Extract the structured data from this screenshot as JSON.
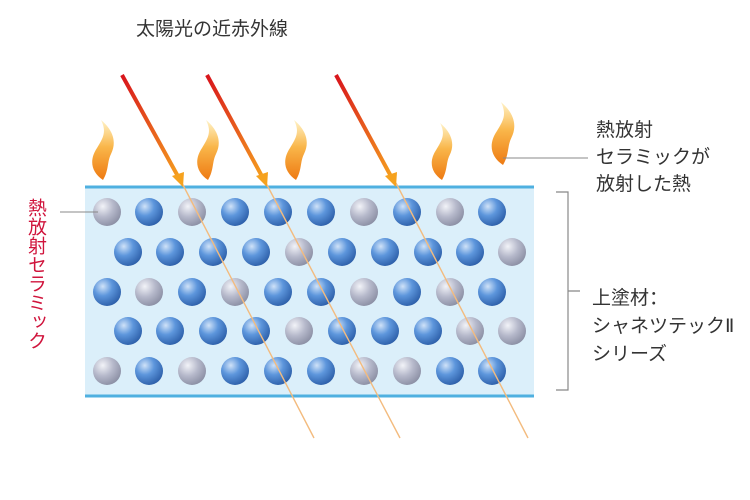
{
  "diagram": {
    "title": "太陽光の近赤外線",
    "ceramic_label": "熱放射セラミック",
    "heat_label": [
      "熱放射",
      "セラミックが",
      "放射した熱"
    ],
    "coating_label": [
      "上塗材：",
      "シャネツテックⅡ",
      "シリーズ"
    ]
  },
  "colors": {
    "layer_fill": "#dbeffa",
    "layer_border": "#4fb0e0",
    "sphere_blue": "#3f7fcf",
    "sphere_gray": "#a9adbf",
    "ray_start": "#d8141c",
    "ray_end": "#f6a21e",
    "ceramic_text": "#d0143c",
    "bracket": "#888888"
  },
  "icons": [
    "flame-icon",
    "ray-arrow-icon",
    "ceramic-sphere-icon"
  ]
}
